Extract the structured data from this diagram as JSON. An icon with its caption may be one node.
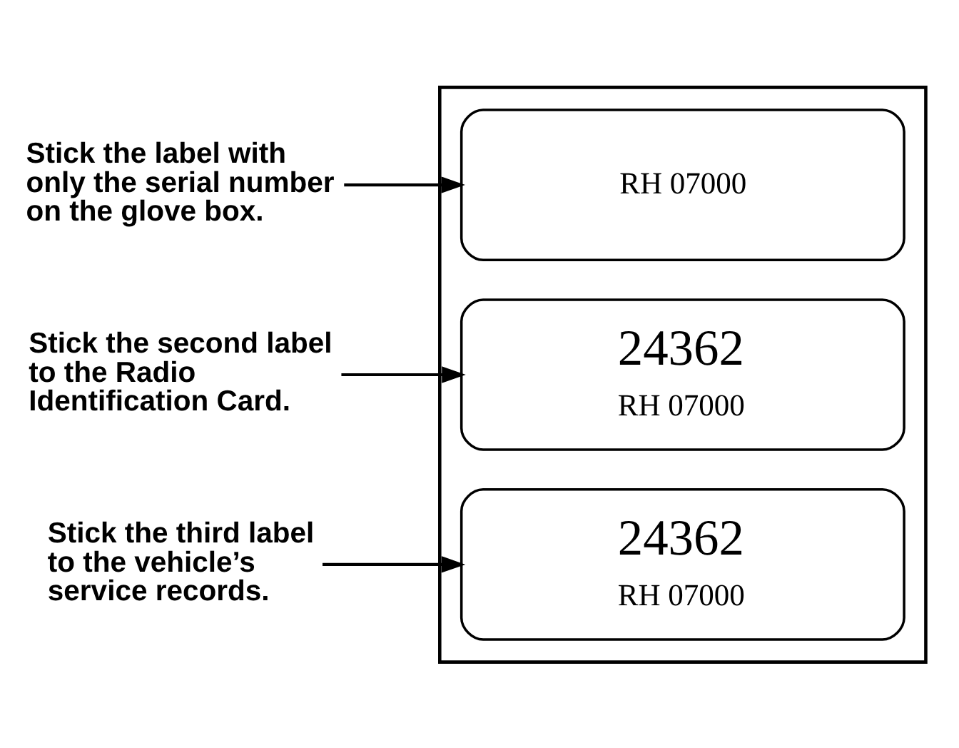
{
  "diagram": {
    "nodes": [
      {
        "text": [
          "Stick the label with only the serial number on the glove box."
        ]
      },
      {
        "text": [
          "Stick the second label to the Radio Identification Card."
        ]
      },
      {
        "text": [],
        "shape": "box"
      },
      {
        "text": [
          "RH 07000"
        ],
        "in": 2
      },
      {
        "text": [
          "24362",
          "RH 07000"
        ],
        "in": 2
      },
      {
        "text": [
          "24362",
          "RH 07000"
        ],
        "in": 2
      },
      {
        "text": [
          "Stick the third label to the vehicle’s service records."
        ]
      }
    ],
    "edges": [
      {
        "from": 0,
        "to": 3,
        "arrow": "to"
      },
      {
        "from": 1,
        "to": 4,
        "arrow": "to"
      },
      {
        "from": 6,
        "to": 5,
        "arrow": "to"
      }
    ]
  }
}
